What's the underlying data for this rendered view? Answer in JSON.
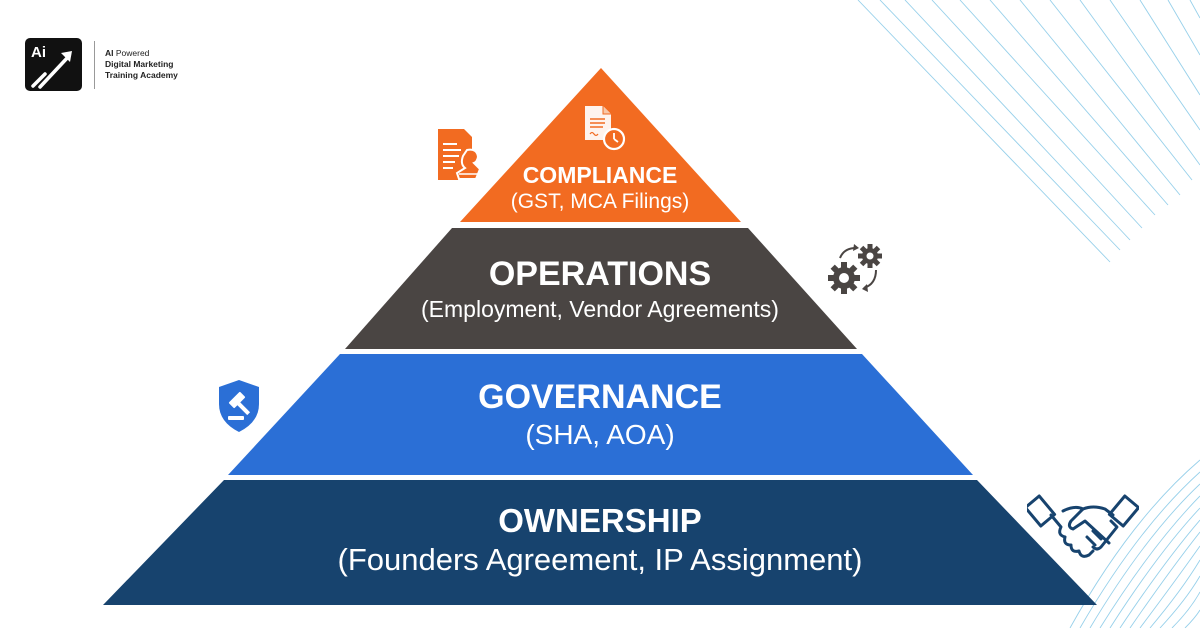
{
  "brand": {
    "logo_mark": "Ai",
    "line1_bold": "AI",
    "line1_rest": " Powered",
    "line2": "Digital Marketing",
    "line3": "Training Academy"
  },
  "pyramid": {
    "tiers": [
      {
        "title": "COMPLIANCE",
        "subtitle": "(GST, MCA Filings)",
        "color": "#F26B21",
        "icon": "document-clock-icon",
        "side_icon": "document-stamp-icon"
      },
      {
        "title": "OPERATIONS",
        "subtitle": "(Employment, Vendor Agreements)",
        "color": "#4A4543",
        "side_icon": "gears-cycle-icon"
      },
      {
        "title": "GOVERNANCE",
        "subtitle": "(SHA, AOA)",
        "color": "#2B6FD6",
        "side_icon": "shield-gavel-icon"
      },
      {
        "title": "OWNERSHIP",
        "subtitle": "(Founders Agreement, IP Assignment)",
        "color": "#17436E",
        "side_icon": "handshake-icon"
      }
    ]
  },
  "decor": {
    "line_color": "#7EC3E3"
  }
}
